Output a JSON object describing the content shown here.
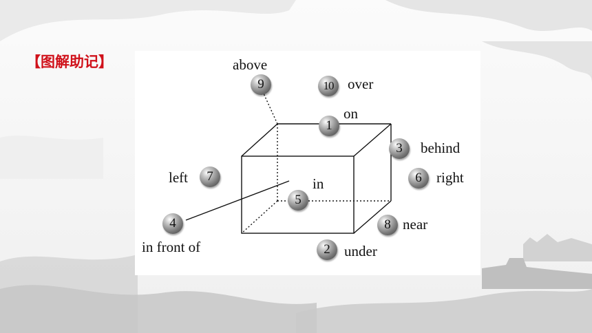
{
  "heading": "【图解助记】",
  "labels": {
    "above": "above",
    "over": "over",
    "on": "on",
    "behind": "behind",
    "right": "right",
    "left": "left",
    "in": "in",
    "in_front_of": "in front of",
    "near": "near",
    "under": "under"
  },
  "badges": {
    "on": "1",
    "under": "2",
    "behind": "3",
    "in_front_of": "4",
    "in": "5",
    "right": "6",
    "left": "7",
    "near": "8",
    "above": "9",
    "over": "10"
  },
  "colors": {
    "heading": "#d0121b",
    "line": "#111111",
    "badge": "#7a7a7a"
  }
}
